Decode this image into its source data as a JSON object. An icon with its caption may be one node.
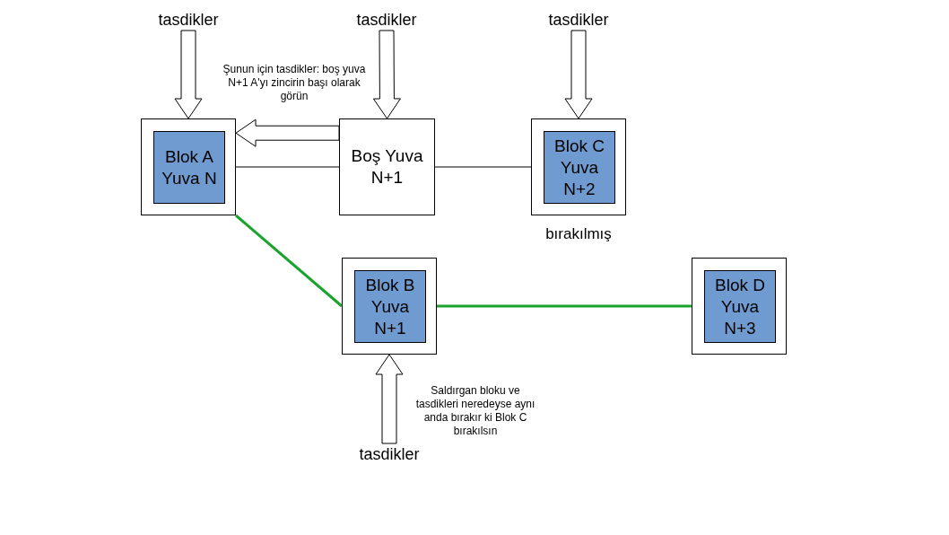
{
  "diagram": {
    "nodes": [
      {
        "text": [],
        "shape": "box"
      },
      {
        "text": [
          "Blok A Yuva N"
        ],
        "in": 0
      },
      {
        "text": [
          "Boş Yuva N+1"
        ]
      },
      {
        "text": [],
        "shape": "box",
        "beside": [
          "bırakılmış"
        ]
      },
      {
        "text": [
          "Blok C Yuva N+2"
        ],
        "in": 3
      },
      {
        "text": [],
        "shape": "box"
      },
      {
        "text": [
          "Blok B Yuva N+1"
        ],
        "in": 5
      },
      {
        "text": [],
        "shape": "box"
      },
      {
        "text": [
          "Blok D Yuva N+3"
        ],
        "in": 7
      },
      {
        "text": [
          "tasdikler"
        ]
      },
      {
        "text": [
          "tasdikler"
        ]
      },
      {
        "text": [
          "tasdikler"
        ]
      },
      {
        "text": [
          "tasdikler"
        ]
      }
    ],
    "edges": [
      {
        "from": 9,
        "to": 0,
        "arrow": "to"
      },
      {
        "from": 10,
        "to": 2,
        "arrow": "to"
      },
      {
        "from": 11,
        "to": 3,
        "arrow": "to"
      },
      {
        "from": 12,
        "to": 5,
        "arrow": "to"
      },
      {
        "from": 2,
        "to": 0,
        "arrow": "to",
        "label": "Şunun için tasdikler: boş yuva N+1 A'yı zincirin başı olarak görün"
      },
      {
        "from": 0,
        "to": 2,
        "arrow": "none"
      },
      {
        "from": 2,
        "to": 3,
        "arrow": "none"
      },
      {
        "from": 0,
        "to": 5,
        "arrow": "none",
        "style": "thick",
        "color": "#1aa32e"
      },
      {
        "from": 5,
        "to": 7,
        "arrow": "none",
        "style": "thick",
        "color": "#1aa32e"
      }
    ],
    "labels": [
      "Saldırgan bloku ve tasdikleri neredeyse aynı anda bırakır ki Blok C bırakılsın"
    ]
  }
}
